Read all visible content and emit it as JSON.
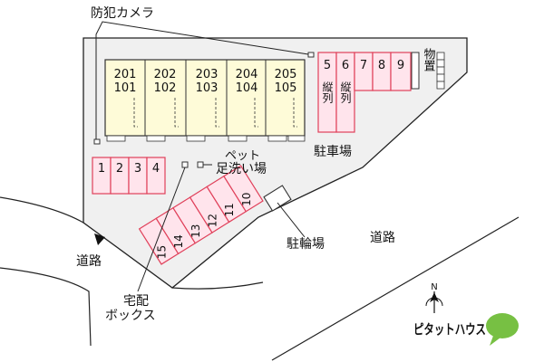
{
  "site": {
    "building_units": [
      {
        "upper": "201",
        "lower": "101"
      },
      {
        "upper": "202",
        "lower": "102"
      },
      {
        "upper": "203",
        "lower": "103"
      },
      {
        "upper": "204",
        "lower": "104"
      },
      {
        "upper": "205",
        "lower": "105"
      }
    ],
    "parking_top": [
      "5",
      "6",
      "7",
      "8",
      "9"
    ],
    "tandem_label": "縦列",
    "parking_left": [
      "1",
      "2",
      "3",
      "4"
    ],
    "parking_diag": [
      "15",
      "14",
      "13",
      "12",
      "11",
      "10"
    ],
    "storage_label": "物置"
  },
  "labels": {
    "camera": "防犯カメラ",
    "parking_area": "駐車場",
    "pet_wash_1": "ペット",
    "pet_wash_2": "足洗い場",
    "bike_parking": "駐輪場",
    "road_right": "道路",
    "road_left": "道路",
    "delivery_box_1": "宅配",
    "delivery_box_2": "ボックス",
    "north": "N"
  },
  "logo": {
    "text": "ピタットハウス"
  },
  "colors": {
    "site_fill": "#f0f0f0",
    "building_fill": "#fefbd8",
    "parking_fill": "#ffe4ec",
    "parking_stroke": "#e0405a",
    "logo_green": "#77c043"
  }
}
